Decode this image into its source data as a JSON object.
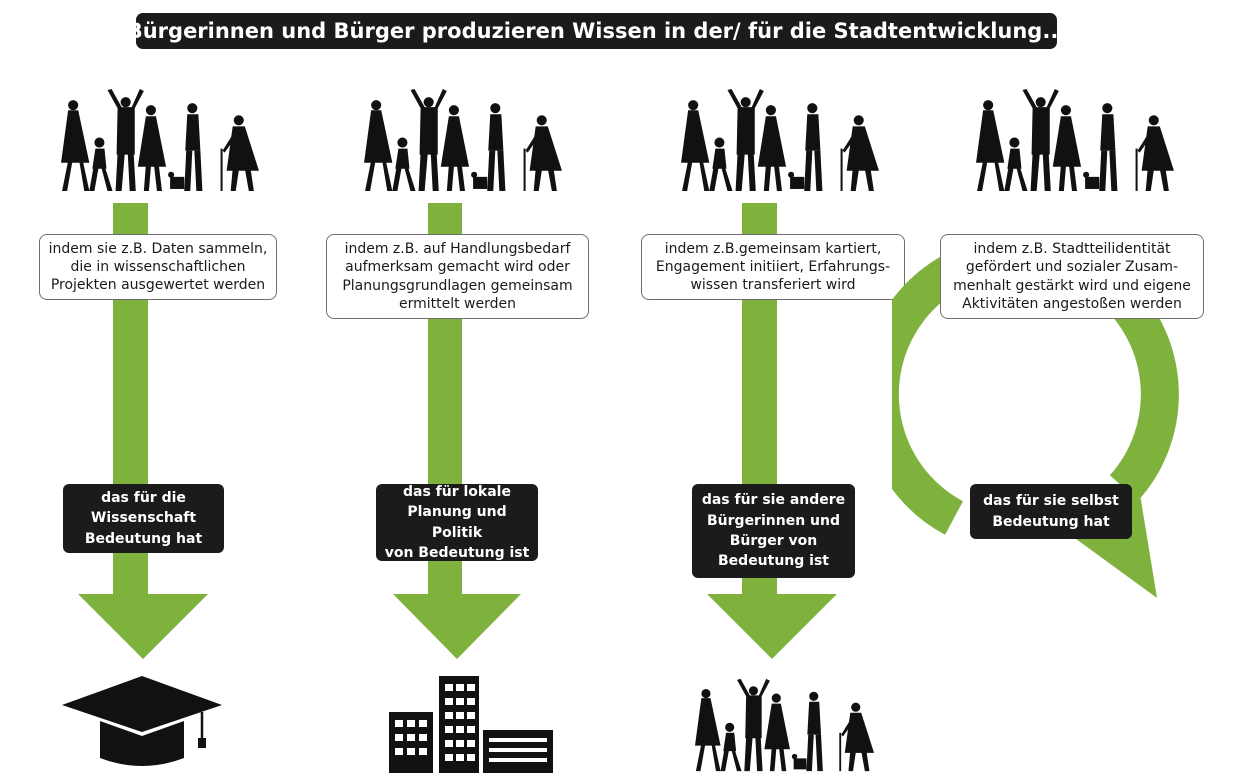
{
  "title": "Bürgerinnen und Bürger produzieren Wissen in der/ für die Stadtentwicklung...",
  "colors": {
    "arrow_green": "#7fb13d",
    "label_black": "#1b1b1b",
    "box_border": "#6f6f6f"
  },
  "icons": {
    "people": "people-group-icon",
    "science": "graduation-cap-icon",
    "planning": "city-buildings-icon",
    "citizens": "people-group-icon",
    "self": "cycle-arrow-icon"
  },
  "columns": [
    {
      "description": "indem sie z.B. Daten sammeln,\ndie in wissenschaftlichen\nProjekten ausgewertet werden",
      "relevance": "das für die\nWissenschaft\nBedeutung hat"
    },
    {
      "description": "indem z.B. auf Handlungsbedarf\naufmerksam gemacht wird oder\nPlanungsgrundlagen gemeinsam\nermittelt werden",
      "relevance": "das für lokale\nPlanung und Politik\nvon Bedeutung ist"
    },
    {
      "description": "indem z.B.gemeinsam kartiert,\nEngagement initiiert, Erfahrungs-\nwissen transferiert wird",
      "relevance": "das für sie andere\nBürgerinnen und\nBürger von\nBedeutung ist"
    },
    {
      "description": "indem z.B. Stadtteilidentität\ngefördert und sozialer Zusam-\nmenhalt gestärkt wird und eigene\nAktivitäten angestoßen werden",
      "relevance": "das für sie selbst\nBedeutung hat"
    }
  ]
}
